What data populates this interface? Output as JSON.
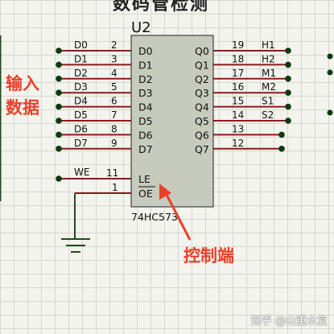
{
  "top_title": "数码管检测",
  "chip": {
    "ref": "U2",
    "part": "74HC573",
    "left_pins": [
      {
        "num": "2",
        "name": "D0",
        "net": "D0"
      },
      {
        "num": "3",
        "name": "D1",
        "net": "D1"
      },
      {
        "num": "4",
        "name": "D2",
        "net": "D2"
      },
      {
        "num": "5",
        "name": "D3",
        "net": "D3"
      },
      {
        "num": "6",
        "name": "D4",
        "net": "D4"
      },
      {
        "num": "7",
        "name": "D5",
        "net": "D5"
      },
      {
        "num": "8",
        "name": "D6",
        "net": "D6"
      },
      {
        "num": "9",
        "name": "D7",
        "net": "D7"
      }
    ],
    "right_pins": [
      {
        "num": "19",
        "name": "Q0",
        "net": "H1"
      },
      {
        "num": "18",
        "name": "Q1",
        "net": "H2"
      },
      {
        "num": "17",
        "name": "Q2",
        "net": "M1"
      },
      {
        "num": "16",
        "name": "Q3",
        "net": "M2"
      },
      {
        "num": "15",
        "name": "Q4",
        "net": "S1"
      },
      {
        "num": "14",
        "name": "Q5",
        "net": "S2"
      },
      {
        "num": "13",
        "name": "Q6",
        "net": ""
      },
      {
        "num": "12",
        "name": "Q7",
        "net": ""
      }
    ],
    "le_pin": {
      "num": "11",
      "name": "LE",
      "net": "WE"
    },
    "oe_pin": {
      "num": "1",
      "name": "OE"
    }
  },
  "annotations": {
    "input_data": "输入数据",
    "control": "控制端"
  },
  "colors": {
    "chip_fill": "#c6cbbd",
    "wire": "#8b1b1b",
    "ground_wire": "#1f4d1f",
    "node": "#0b3a0b",
    "annotation": "#e8402a"
  },
  "watermark": "知乎 @山重水复"
}
